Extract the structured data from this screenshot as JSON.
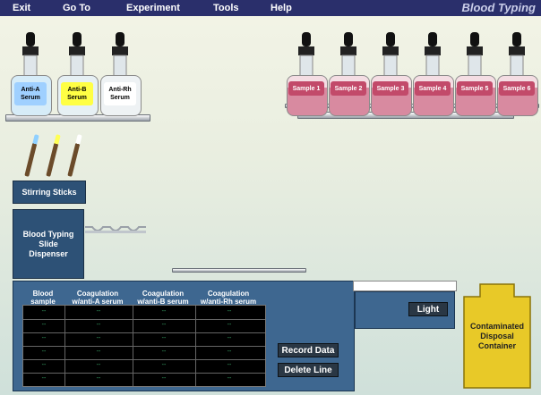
{
  "menu": {
    "items": [
      "Exit",
      "Go To",
      "Experiment",
      "Tools",
      "Help"
    ],
    "title": "Blood Typing"
  },
  "serums": [
    {
      "label": "Anti-A\nSerum",
      "color": "#9fd0ff"
    },
    {
      "label": "Anti-B\nSerum",
      "color": "#ffff44"
    },
    {
      "label": "Anti-Rh\nSerum",
      "color": "#ffffff"
    }
  ],
  "samples": [
    "Sample 1",
    "Sample 2",
    "Sample 3",
    "Sample 4",
    "Sample 5",
    "Sample 6"
  ],
  "stirring_sticks_label": "Stirring Sticks",
  "dispenser_label": "Blood Typing\nSlide\nDispenser",
  "table": {
    "headers": [
      "Blood\nsample",
      "Coagulation\nw/anti-A serum",
      "Coagulation\nw/anti-B serum",
      "Coagulation\nw/anti-Rh serum"
    ],
    "rows": [
      [
        "--",
        "--",
        "--",
        "--"
      ],
      [
        "--",
        "--",
        "--",
        "--"
      ],
      [
        "--",
        "--",
        "--",
        "--"
      ],
      [
        "--",
        "--",
        "--",
        "--"
      ],
      [
        "--",
        "--",
        "--",
        "--"
      ],
      [
        "--",
        "--",
        "--",
        "--"
      ]
    ]
  },
  "buttons": {
    "record": "Record Data",
    "delete": "Delete Line",
    "light": "Light"
  },
  "disposal_label": "Contaminated\nDisposal\nContainer"
}
